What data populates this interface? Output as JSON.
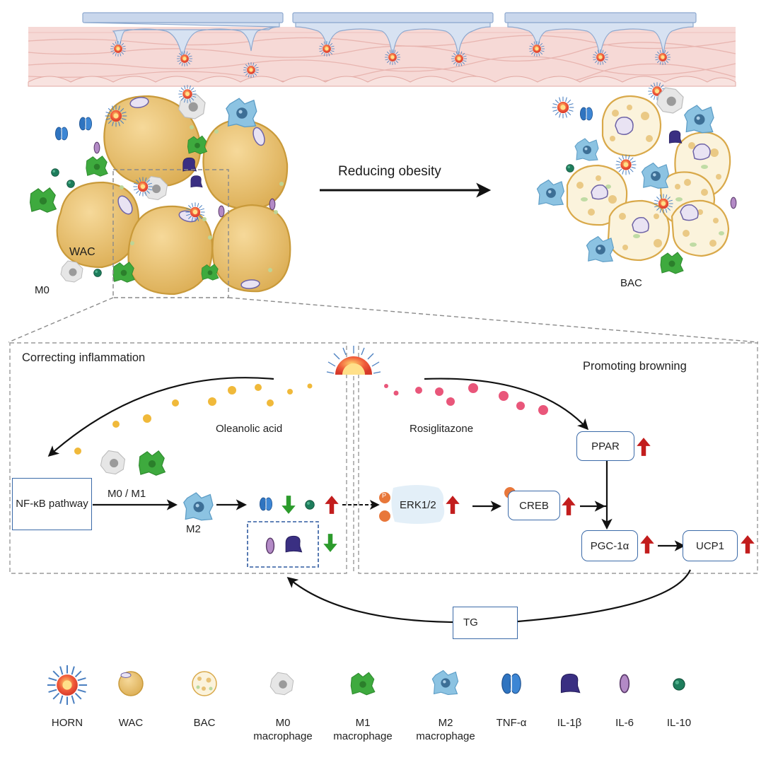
{
  "top": {
    "arrow_label": "Reducing obesity",
    "wac_label": "WAC",
    "m0_label": "M0",
    "bac_label": "BAC"
  },
  "panels": {
    "left_title": "Correcting inflammation",
    "right_title": "Promoting browning",
    "oleanolic": "Oleanolic acid",
    "rosiglitazone": "Rosiglitazone"
  },
  "pathway": {
    "nfkb": "NF-κB pathway",
    "m0m1": "M0 / M1",
    "m2": "M2",
    "erk": "ERK1/2",
    "creb": "CREB",
    "ppar": "PPAR",
    "pgc": "PGC-1α",
    "ucp1": "UCP1",
    "tg": "TG",
    "phospho": "P"
  },
  "legend": [
    {
      "label": "HORN",
      "icon": "horn-icon"
    },
    {
      "label": "WAC",
      "icon": "wac-icon"
    },
    {
      "label": "BAC",
      "icon": "bac-icon"
    },
    {
      "label": "M0\nmacrophage",
      "icon": "m0-macrophage-icon"
    },
    {
      "label": "M1\nmacrophage",
      "icon": "m1-macrophage-icon"
    },
    {
      "label": "M2\nmacrophage",
      "icon": "m2-macrophage-icon"
    },
    {
      "label": "TNF-α",
      "icon": "tnf-alpha-icon"
    },
    {
      "label": "IL-1β",
      "icon": "il-1beta-icon"
    },
    {
      "label": "IL-6",
      "icon": "il-6-icon"
    },
    {
      "label": "IL-10",
      "icon": "il-10-icon"
    }
  ],
  "colors": {
    "wac_fill": "#e8c276",
    "wac_border": "#c99a3a",
    "m1": "#3eaa3e",
    "m2": "#7ab6d8",
    "tnf": "#2f74c0",
    "il1b": "#3a2f82",
    "il6": "#a07ab2",
    "il10": "#1e7d5c",
    "up_arrow": "#c21d1d",
    "down_arrow": "#2c9b2c",
    "node_border": "#3b6aa8"
  }
}
